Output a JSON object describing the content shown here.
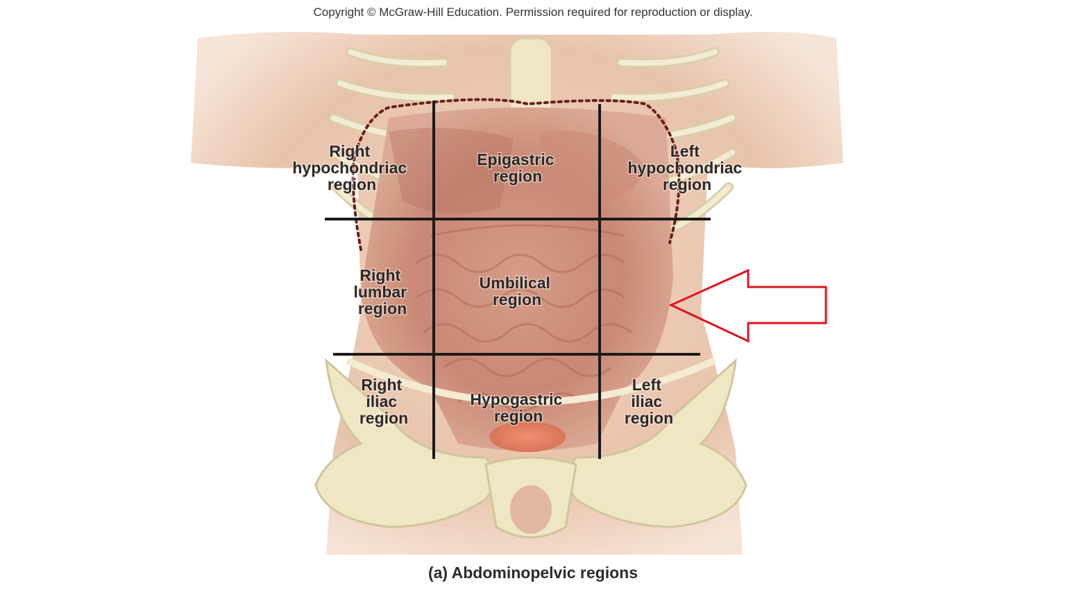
{
  "copyright": "Copyright © McGraw-Hill Education. Permission required for reproduction or display.",
  "regions": {
    "right_hypochondriac": [
      "Right",
      "hypochondriac",
      "region"
    ],
    "epigastric": [
      "Epigastric",
      "region"
    ],
    "left_hypochondriac": [
      "Left",
      "hypochondriac",
      "region"
    ],
    "right_lumbar": [
      "Right",
      "lumbar",
      "region"
    ],
    "umbilical": [
      "Umbilical",
      "region"
    ],
    "right_iliac": [
      "Right",
      "iliac",
      "region"
    ],
    "hypogastric": [
      "Hypogastric",
      "region"
    ],
    "left_iliac": [
      "Left",
      "iliac",
      "region"
    ]
  },
  "caption": "(a) Abdominopelvic regions",
  "colors": {
    "skin": "#e9c7b2",
    "bone": "#efe6c4",
    "organ": "#c98a78",
    "grid_line": "#1a1a1a",
    "dotted_outline": "#6b1d1d",
    "arrow": "#e0141e"
  }
}
